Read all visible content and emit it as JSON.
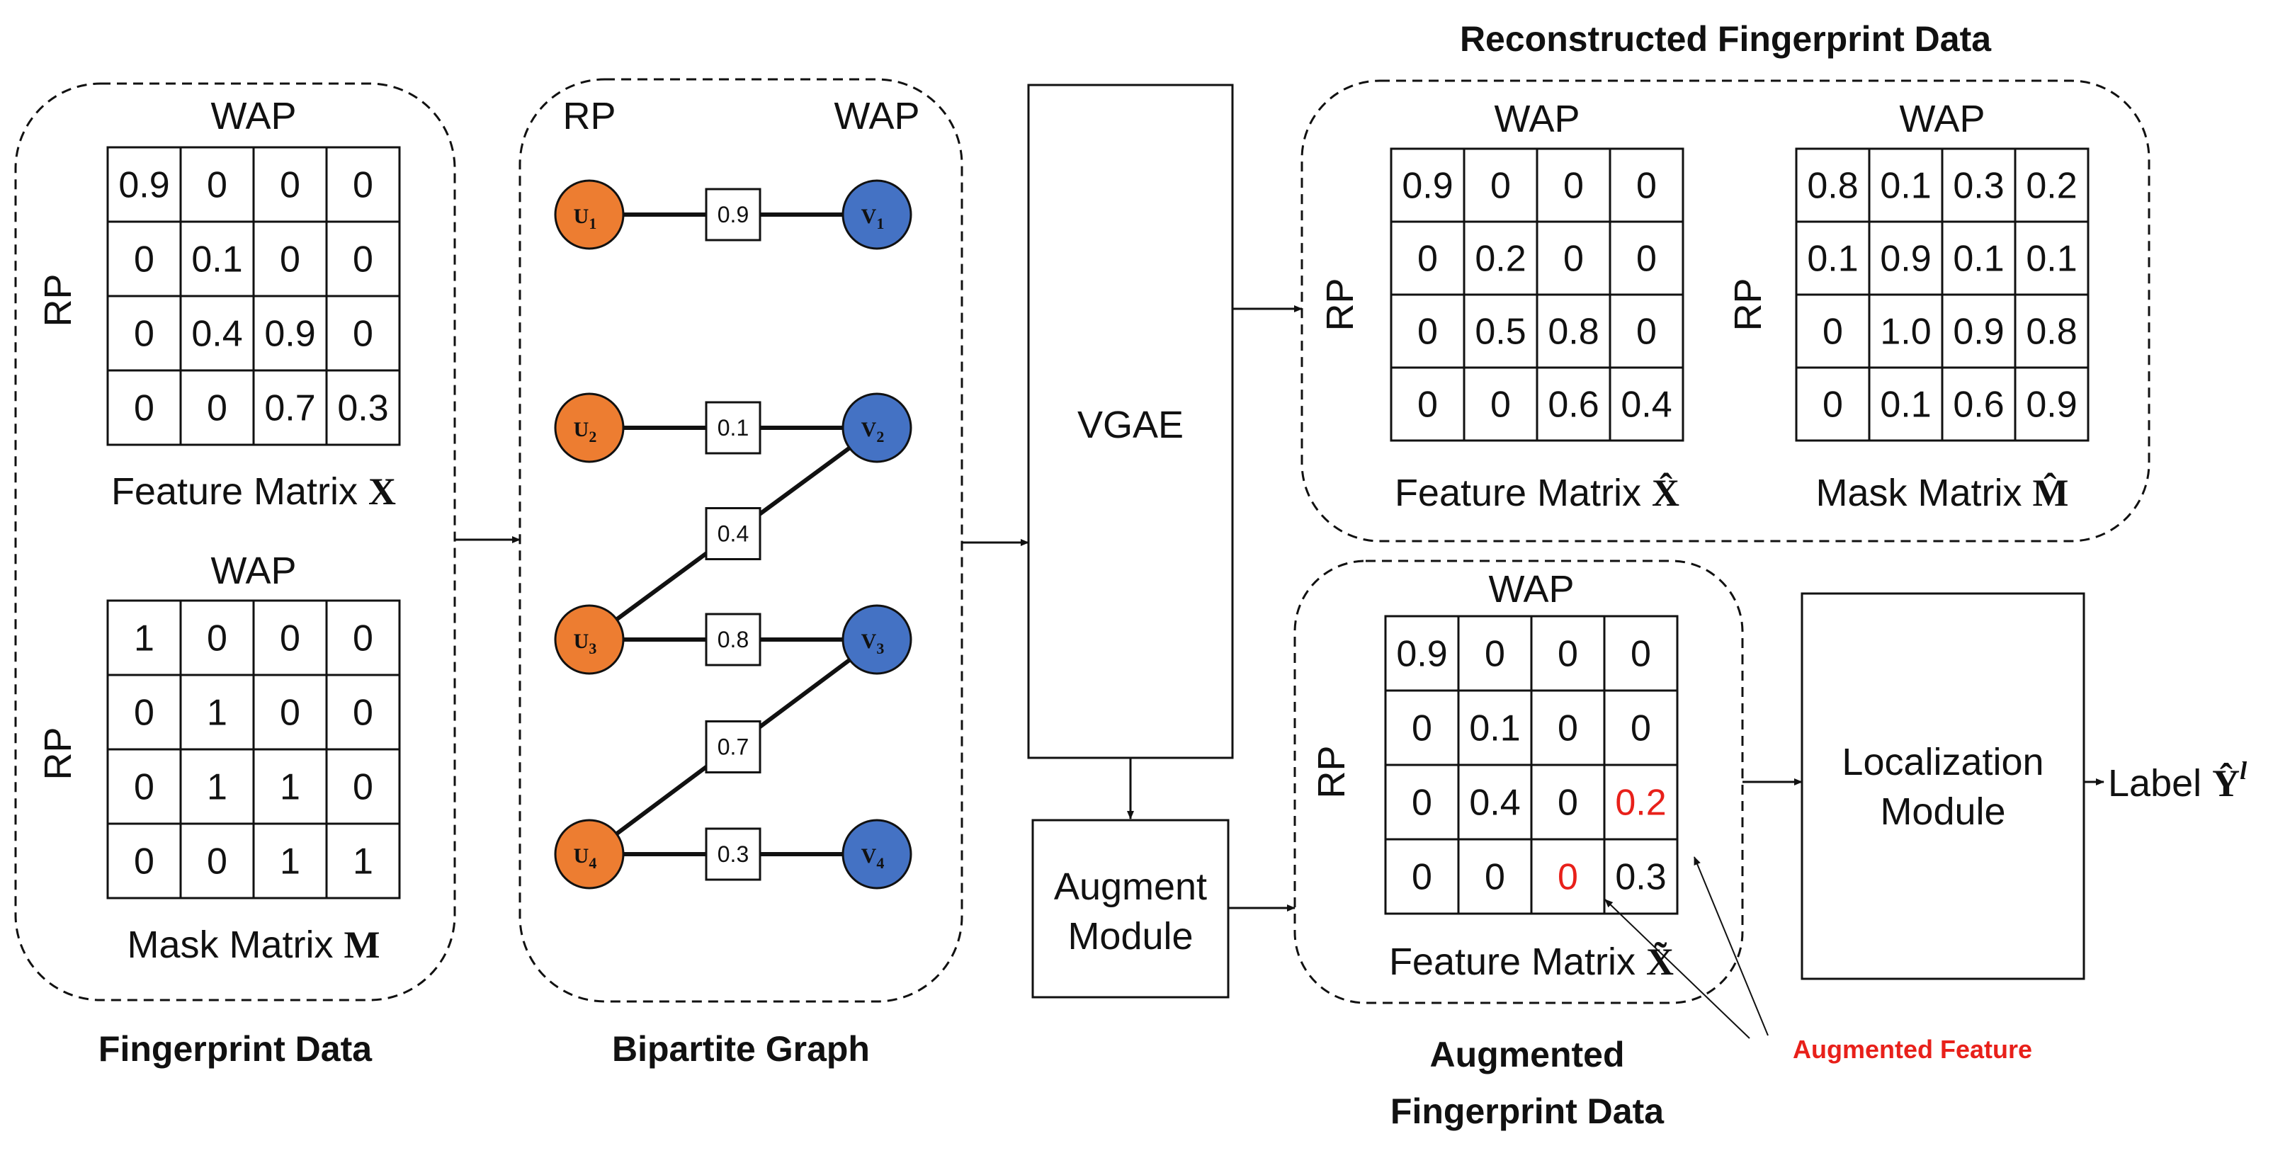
{
  "fingerprint": {
    "title": "Fingerprint Data",
    "feature": {
      "col_label": "WAP",
      "row_label": "RP",
      "caption": "Feature Matrix ",
      "symbol": "X",
      "cells": [
        [
          "0.9",
          "0",
          "0",
          "0"
        ],
        [
          "0",
          "0.1",
          "0",
          "0"
        ],
        [
          "0",
          "0.4",
          "0.9",
          "0"
        ],
        [
          "0",
          "0",
          "0.7",
          "0.3"
        ]
      ]
    },
    "mask": {
      "col_label": "WAP",
      "row_label": "RP",
      "caption": "Mask Matrix ",
      "symbol": "M",
      "cells": [
        [
          "1",
          "0",
          "0",
          "0"
        ],
        [
          "0",
          "1",
          "0",
          "0"
        ],
        [
          "0",
          "1",
          "1",
          "0"
        ],
        [
          "0",
          "0",
          "1",
          "1"
        ]
      ]
    }
  },
  "bipartite": {
    "title": "Bipartite Graph",
    "left_label": "RP",
    "right_label": "WAP",
    "colors": {
      "rp": "#ed7d31",
      "wap": "#4472c4"
    },
    "u_nodes": [
      {
        "base": "U",
        "sub": "1"
      },
      {
        "base": "U",
        "sub": "2"
      },
      {
        "base": "U",
        "sub": "3"
      },
      {
        "base": "U",
        "sub": "4"
      }
    ],
    "v_nodes": [
      {
        "base": "V",
        "sub": "1"
      },
      {
        "base": "V",
        "sub": "2"
      },
      {
        "base": "V",
        "sub": "3"
      },
      {
        "base": "V",
        "sub": "4"
      }
    ],
    "edges": [
      {
        "from": "U1",
        "to": "V1",
        "weight": "0.9"
      },
      {
        "from": "U2",
        "to": "V2",
        "weight": "0.1"
      },
      {
        "from": "U3",
        "to": "V2",
        "weight": "0.4"
      },
      {
        "from": "U3",
        "to": "V3",
        "weight": "0.8"
      },
      {
        "from": "U4",
        "to": "V3",
        "weight": "0.7"
      },
      {
        "from": "U4",
        "to": "V4",
        "weight": "0.3"
      }
    ]
  },
  "vgae": {
    "label": "VGAE"
  },
  "augment_module": {
    "line1": "Augment",
    "line2": "Module"
  },
  "reconstructed": {
    "title": "Reconstructed Fingerprint Data",
    "feature": {
      "col_label": "WAP",
      "row_label": "RP",
      "caption": "Feature Matrix ",
      "symbol": "X̂",
      "cells": [
        [
          "0.9",
          "0",
          "0",
          "0"
        ],
        [
          "0",
          "0.2",
          "0",
          "0"
        ],
        [
          "0",
          "0.5",
          "0.8",
          "0"
        ],
        [
          "0",
          "0",
          "0.6",
          "0.4"
        ]
      ]
    },
    "mask": {
      "col_label": "WAP",
      "row_label": "RP",
      "caption": "Mask Matrix ",
      "symbol": "M̂",
      "cells": [
        [
          "0.8",
          "0.1",
          "0.3",
          "0.2"
        ],
        [
          "0.1",
          "0.9",
          "0.1",
          "0.1"
        ],
        [
          "0",
          "1.0",
          "0.9",
          "0.8"
        ],
        [
          "0",
          "0.1",
          "0.6",
          "0.9"
        ]
      ]
    }
  },
  "augmented": {
    "title_line1": "Augmented",
    "title_line2": "Fingerprint Data",
    "feature": {
      "col_label": "WAP",
      "row_label": "RP",
      "caption": "Feature Matrix ",
      "symbol": "X̃",
      "cells": [
        [
          "0.9",
          "0",
          "0",
          "0"
        ],
        [
          "0",
          "0.1",
          "0",
          "0"
        ],
        [
          "0",
          "0.4",
          "0",
          "0.2"
        ],
        [
          "0",
          "0",
          "0",
          "0.3"
        ]
      ],
      "highlighted": [
        [
          2,
          3
        ],
        [
          3,
          2
        ]
      ]
    },
    "annotation": "Augmented Feature",
    "highlight_color": "#e8201a"
  },
  "localization": {
    "line1": "Localization",
    "line2": "Module"
  },
  "output": {
    "prefix": "Label ",
    "symbol": "Ŷ",
    "superscript": "l"
  }
}
